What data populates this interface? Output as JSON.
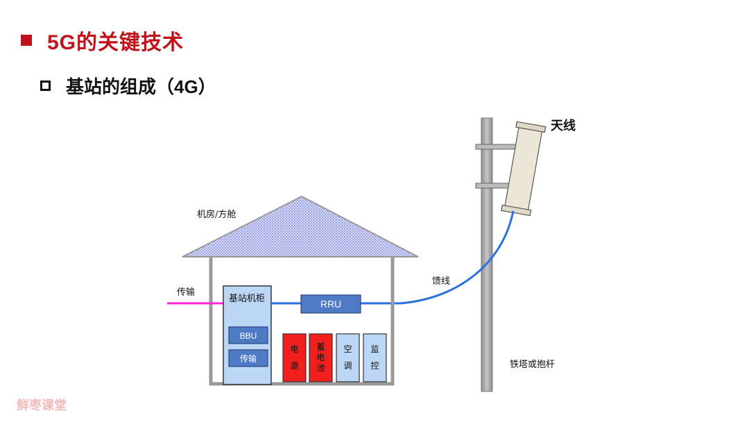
{
  "header": {
    "title": "5G的关键技术",
    "subtitle": "基站的组成（4G）"
  },
  "diagram": {
    "room_label": "机房/方舱",
    "transmission_line_label": "传输",
    "cabinet_label": "基站机柜",
    "rru_label": "RRU",
    "bbu_label": "BBU",
    "cabinet_transmission_label": "传输",
    "power_chars": [
      "电",
      "源"
    ],
    "battery_chars": [
      "蓄",
      "电",
      "池"
    ],
    "aircon_chars": [
      "空",
      "调"
    ],
    "monitor_chars": [
      "监",
      "控"
    ],
    "feeder_label": "馈线",
    "antenna_label": "天线",
    "tower_label": "铁塔或抱杆"
  },
  "colors": {
    "title_red": "#c0121b",
    "cabinet_blue": "#bcd6f5",
    "module_blue": "#4f7bc6",
    "equipment_red": "#f21f1f",
    "feeder_blue": "#2a6ee0",
    "transmission_magenta": "#ff22dd",
    "wall_gray": "#999999",
    "roof_lavender": "#b3b8ec"
  },
  "watermark": "鲜枣课堂"
}
